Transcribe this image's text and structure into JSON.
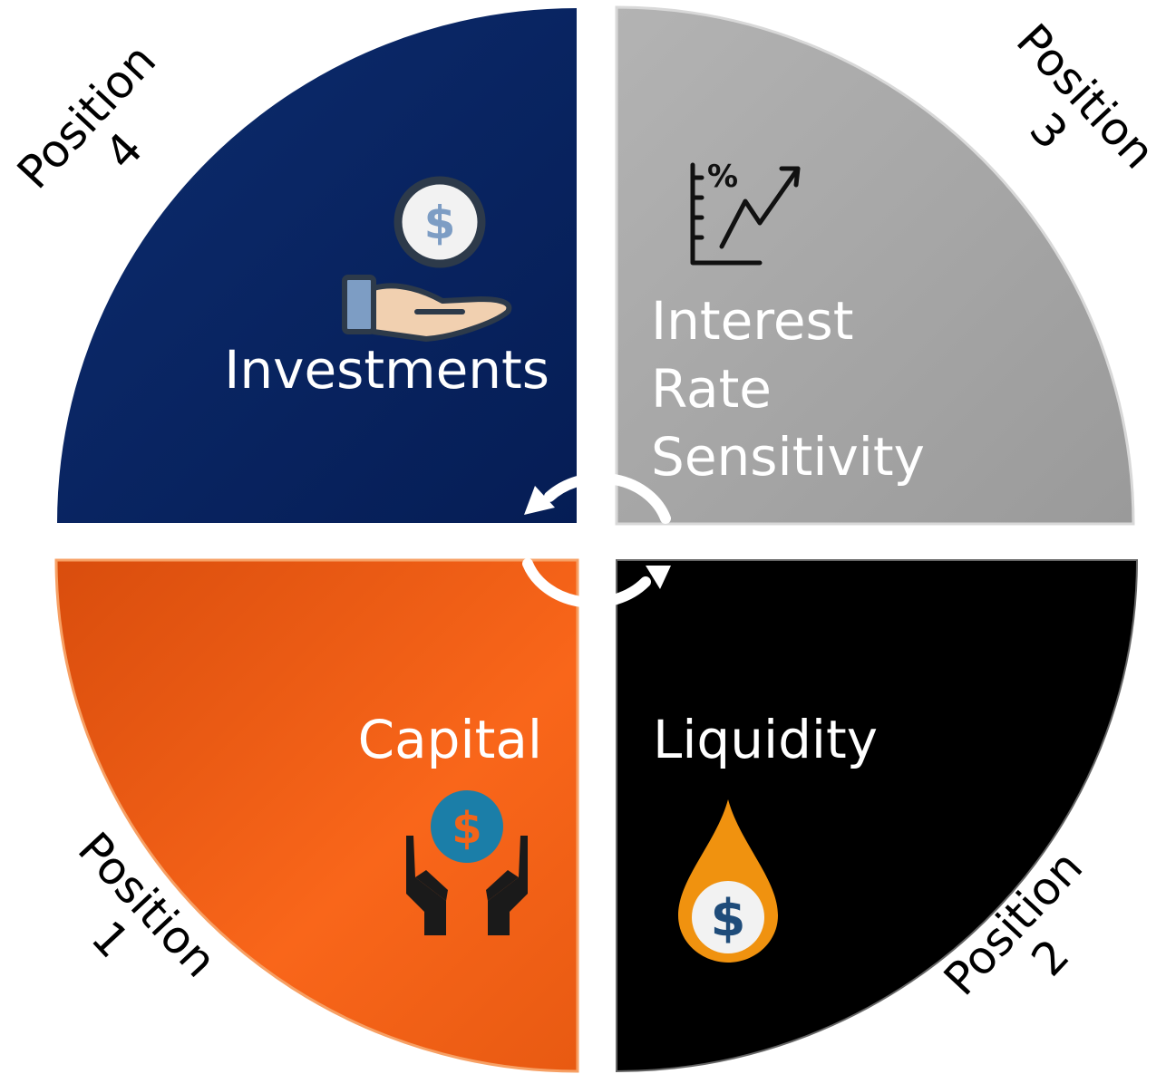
{
  "colors": {
    "capital": "#f26419",
    "liquidity": "#000000",
    "interest": "#a6a6a6",
    "investments": "#0b2563",
    "arrows": "#ffffff"
  },
  "quadrants": {
    "investments": {
      "label": "Investments",
      "icon": "money-in-hand-icon"
    },
    "interest": {
      "line1": "Interest",
      "line2": "Rate",
      "line3": "Sensitivity",
      "icon": "percent-trend-chart-icon"
    },
    "capital": {
      "label": "Capital",
      "icon": "hands-holding-dollar-coin-icon"
    },
    "liquidity": {
      "label": "Liquidity",
      "icon": "dollar-drop-icon"
    }
  },
  "positions": {
    "p1": {
      "word": "Position",
      "num": "1"
    },
    "p2": {
      "word": "Position",
      "num": "2"
    },
    "p3": {
      "word": "Position",
      "num": "3"
    },
    "p4": {
      "word": "Position",
      "num": "4"
    }
  },
  "cycle": {
    "icon": "cycle-arrows-icon"
  }
}
